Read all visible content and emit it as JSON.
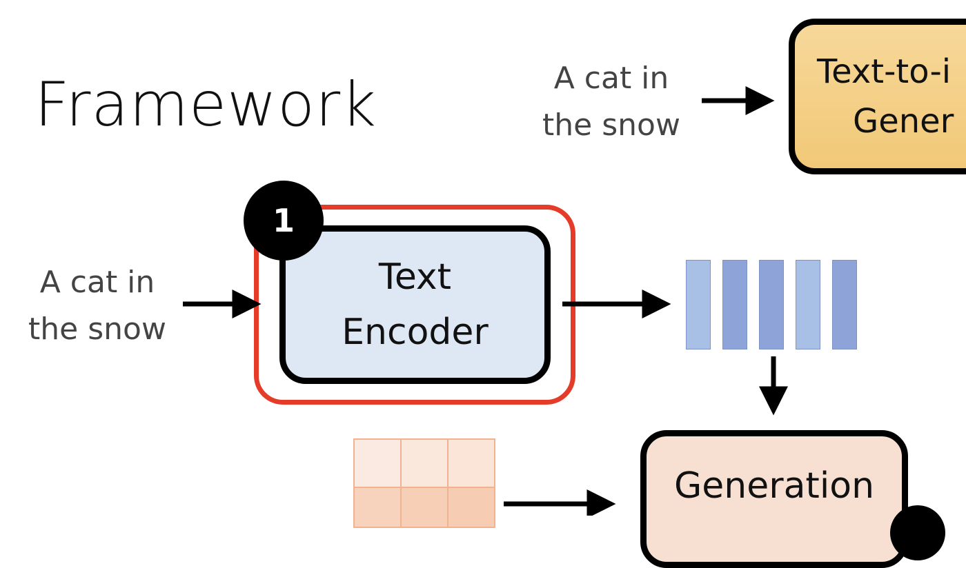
{
  "title": "Framework",
  "top_caption": {
    "line1": "A cat in",
    "line2": "the snow"
  },
  "left_caption": {
    "line1": "A cat in",
    "line2": "the snow"
  },
  "text_to_image_box": {
    "line1": "Text-to-i",
    "line2": "Gener"
  },
  "text_encoder_box": {
    "line1": "Text",
    "line2": "Encoder"
  },
  "step_badge": "1",
  "generation_box": "Generation",
  "colors": {
    "highlight_frame": "#e53c2a",
    "encoder_fill": "#dde8f4",
    "t2i_fill": "#f1c877",
    "generation_fill": "#f7e0d2",
    "token_light": "#a9c0e6",
    "token_dark": "#8ea3d8",
    "latent_grid": "#f1b38f"
  },
  "embedding_tokens": [
    "light",
    "dark",
    "dark",
    "light",
    "dark"
  ]
}
